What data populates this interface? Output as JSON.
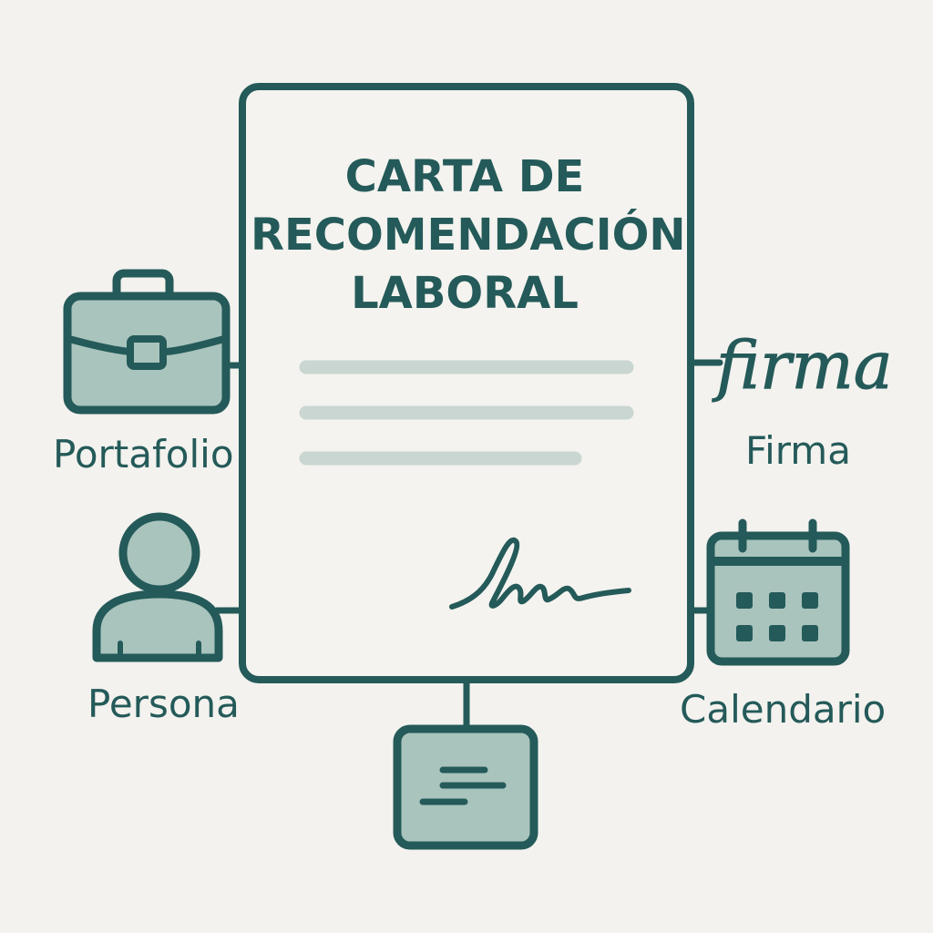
{
  "document": {
    "title_lines": [
      "CARTA DE",
      "RECOMENDACIÓN",
      "LABORAL"
    ]
  },
  "nodes": {
    "portafolio": {
      "label": "Portafolio",
      "icon": "briefcase-icon"
    },
    "persona": {
      "label": "Persona",
      "icon": "person-icon"
    },
    "firma": {
      "label": "Firma",
      "icon": "signature-icon",
      "signature_text": "firma"
    },
    "calendario": {
      "label": "Calendario",
      "icon": "calendar-icon"
    },
    "nota": {
      "icon": "note-icon"
    }
  },
  "colors": {
    "background": "#f3f2ee",
    "stroke": "#245a59",
    "fill": "#a9c4bd",
    "text_line": "#c9d6d1"
  }
}
